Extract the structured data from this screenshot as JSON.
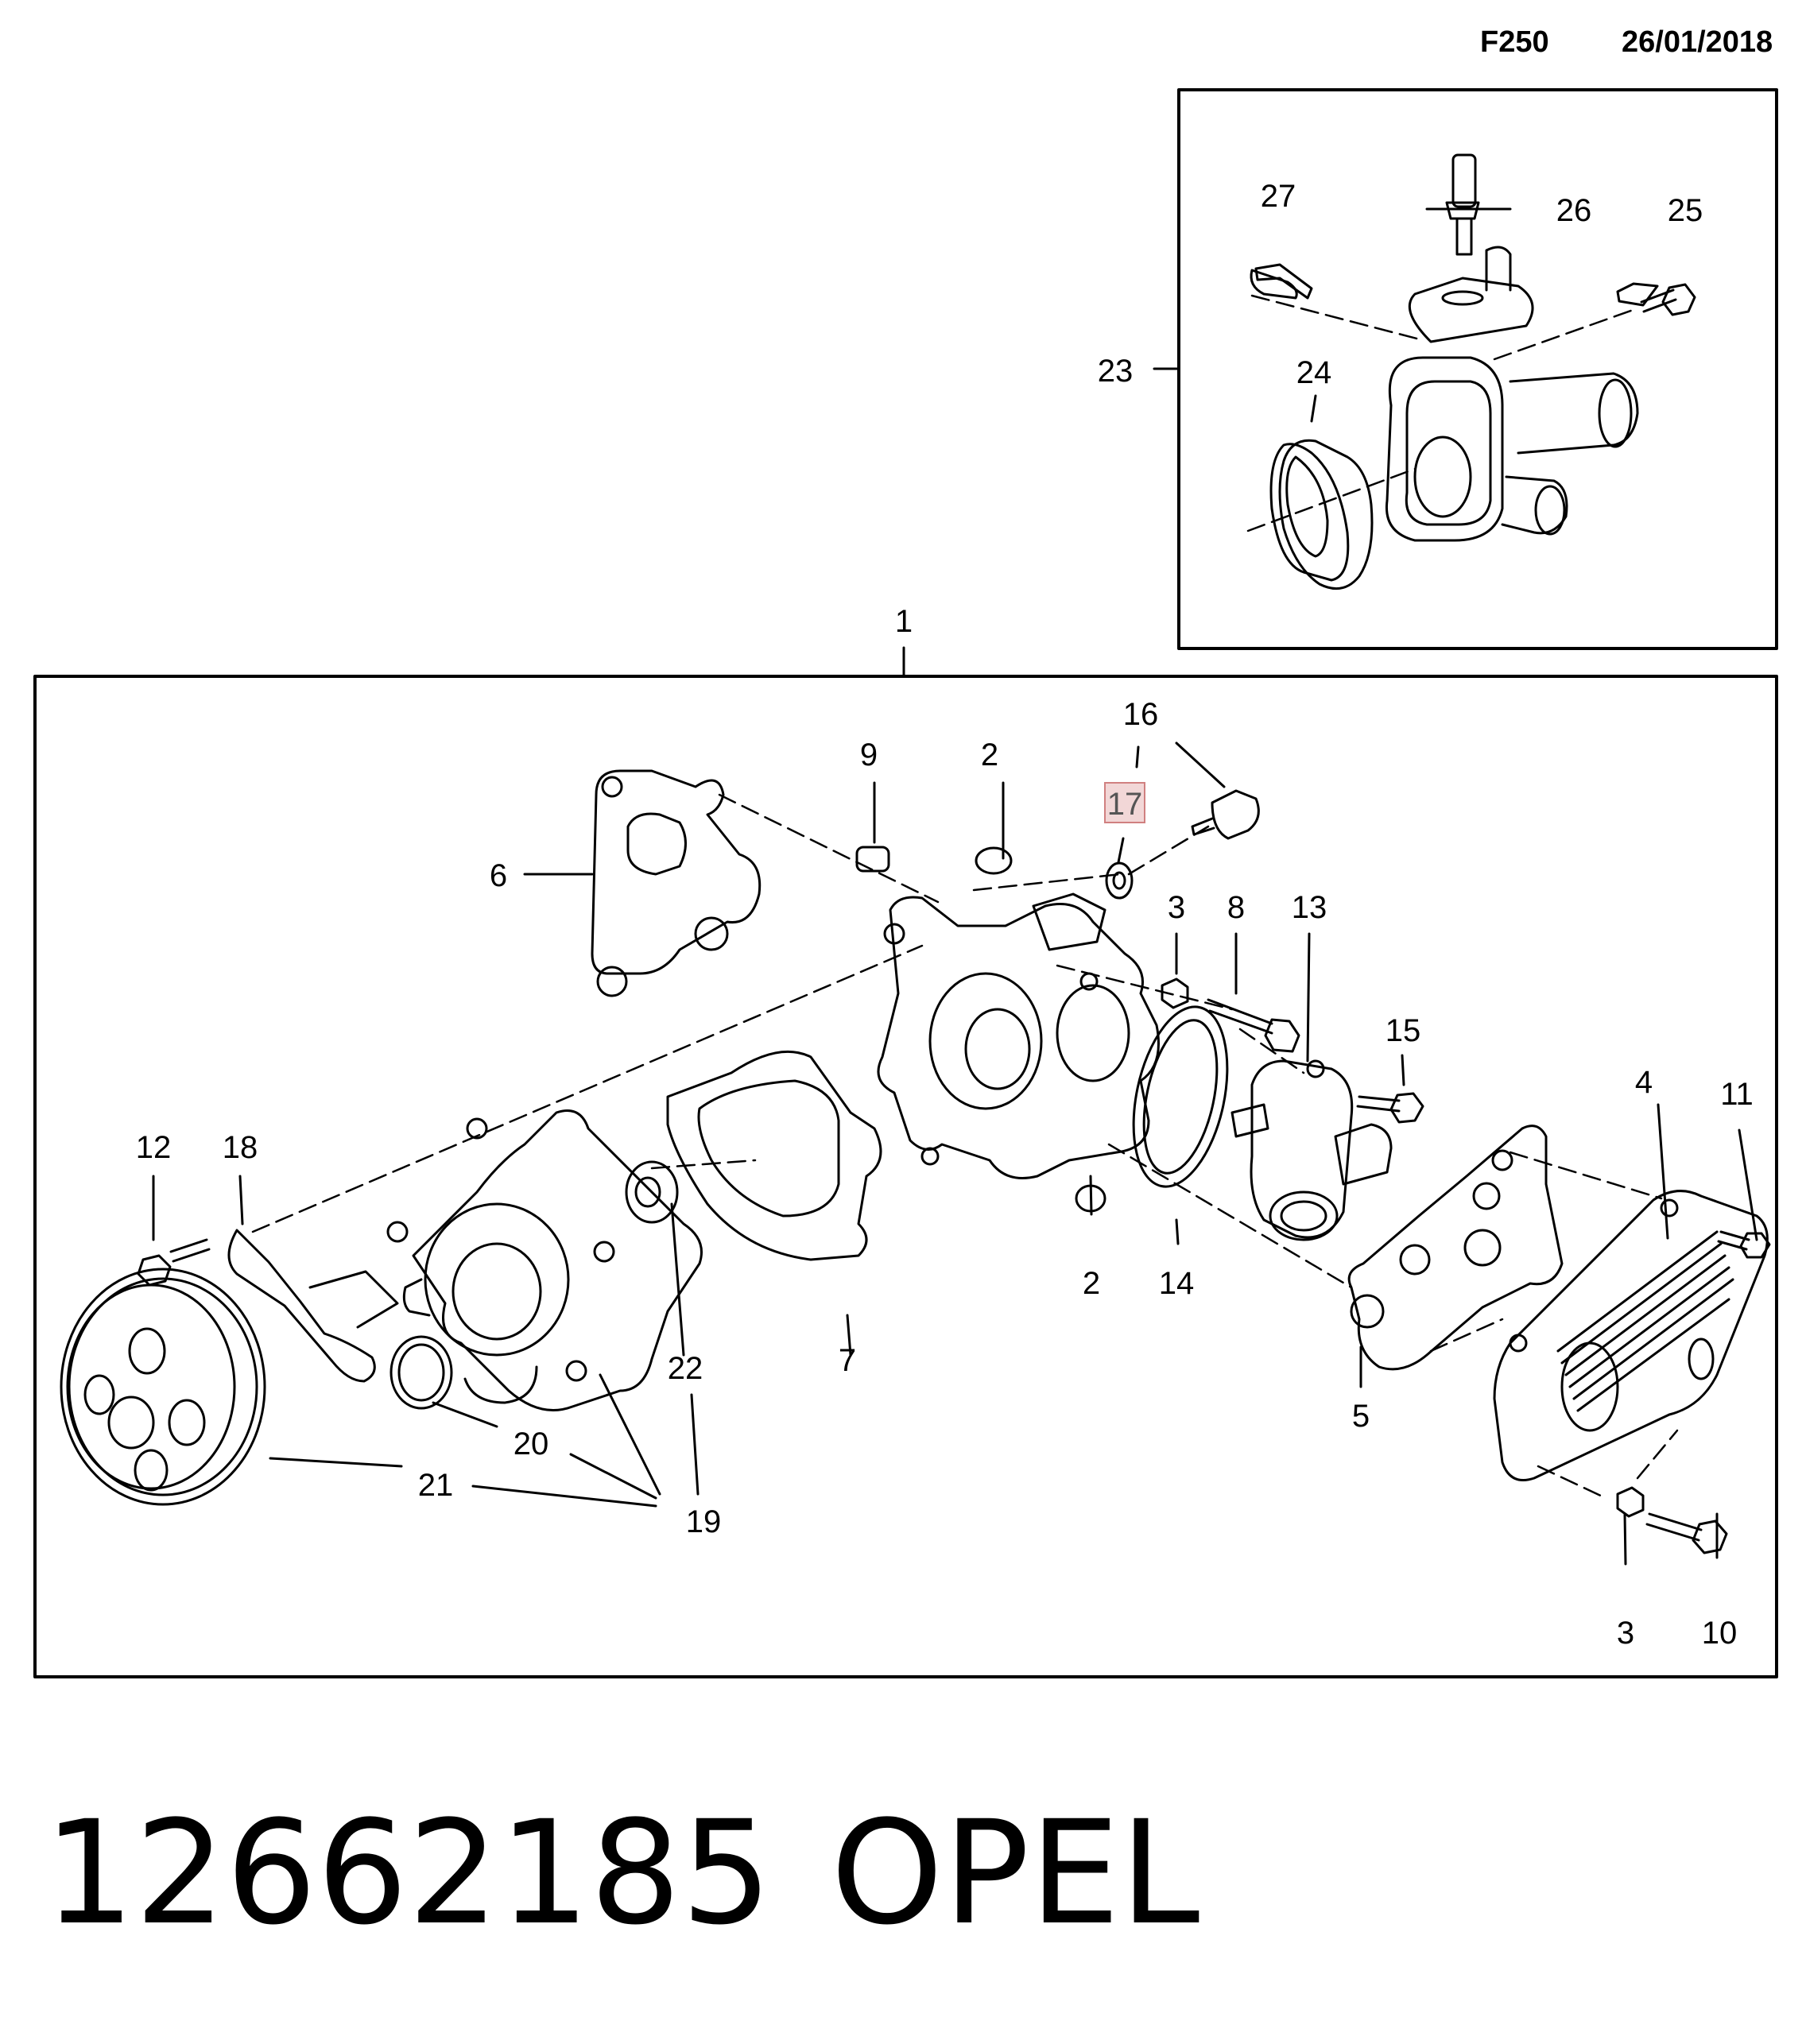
{
  "header": {
    "sheet": "F250",
    "date": "26/01/2018"
  },
  "footer": {
    "part_number": "12662185",
    "brand": "OPEL"
  },
  "highlighted_callout": "17",
  "colors": {
    "line": "#000000",
    "highlight_fill": "#f2d7d7",
    "highlight_border": "#d08080"
  },
  "callouts": {
    "c1": "1",
    "c2a": "2",
    "c2b": "2",
    "c3a": "3",
    "c3b": "3",
    "c4": "4",
    "c5": "5",
    "c6": "6",
    "c7": "7",
    "c8": "8",
    "c9": "9",
    "c10": "10",
    "c11": "11",
    "c12": "12",
    "c13": "13",
    "c14": "14",
    "c15": "15",
    "c16": "16",
    "c17": "17",
    "c18": "18",
    "c19": "19",
    "c20": "20",
    "c21": "21",
    "c22": "22",
    "c23": "23",
    "c24": "24",
    "c25": "25",
    "c26": "26",
    "c27": "27"
  }
}
